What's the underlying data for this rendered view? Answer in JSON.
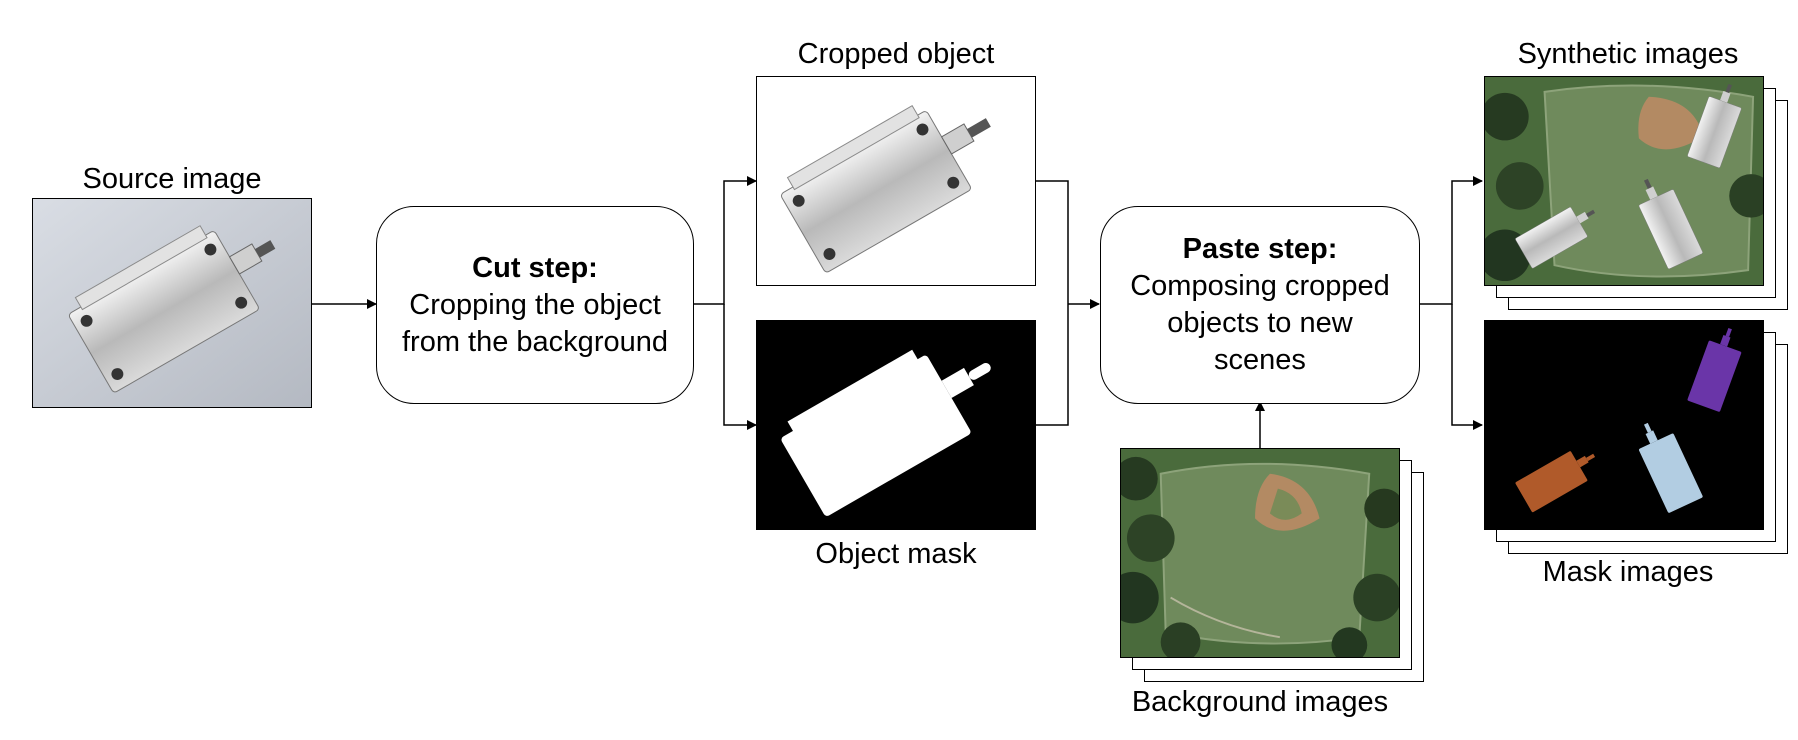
{
  "labels": {
    "source": "Source image",
    "cropped": "Cropped object",
    "mask": "Object mask",
    "synthetic": "Synthetic images",
    "mask_images": "Mask images",
    "background": "Background images"
  },
  "steps": {
    "cut": {
      "title": "Cut step:",
      "line1": "Cropping the object",
      "line2": "from the background"
    },
    "paste": {
      "title": "Paste step:",
      "line1": "Composing cropped",
      "line2": "objects to new",
      "line3": "scenes"
    }
  },
  "colors": {
    "mask_orange": "#b05a2a",
    "mask_blue": "#b2cde2",
    "mask_purple": "#6a35a8",
    "grass": "#4a6b3c",
    "dirt": "#b38a63"
  }
}
